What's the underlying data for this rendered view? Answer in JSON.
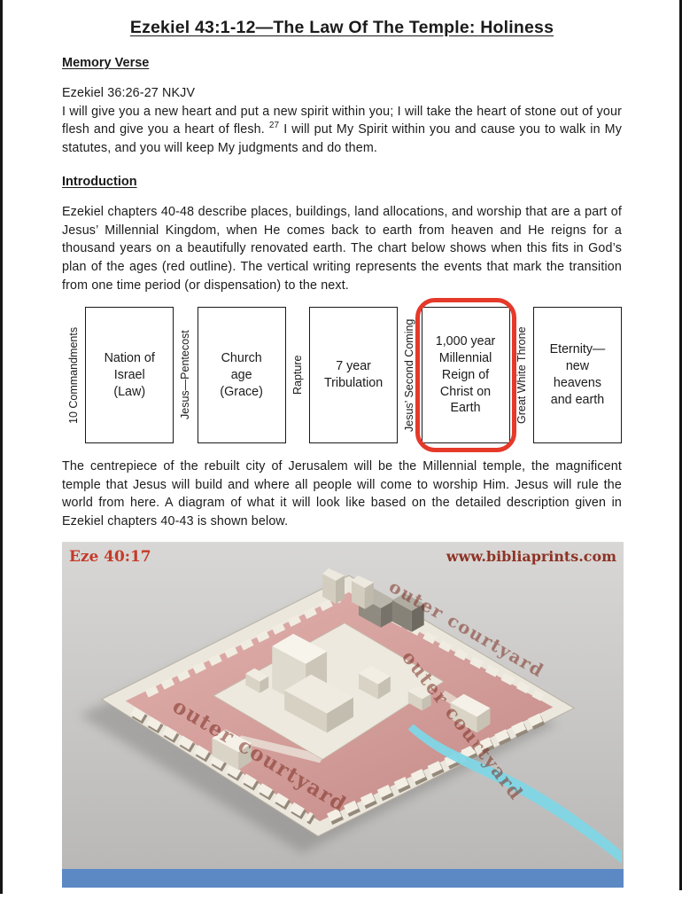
{
  "colors": {
    "highlight_outline_red": "#e5392a",
    "courtyard_pink": "#d49c9a",
    "river_cyan": "#7fd6e6",
    "bottom_strip_blue": "#5c88c4"
  },
  "doc": {
    "title": "Ezekiel 43:1-12—The Law Of The Temple: Holiness",
    "memory_verse": {
      "heading": "Memory Verse",
      "reference": "Ezekiel 36:26-27 NKJV",
      "text_before": "I will give you a new heart and put a new spirit within you; I will take the heart of stone out of your flesh and give you a heart of flesh. ",
      "verse_number": "27",
      "text_after": " I will put My Spirit within you and cause you to walk in My statutes, and you will keep My judgments and do them."
    },
    "introduction": {
      "heading": "Introduction",
      "paragraph": "Ezekiel chapters 40-48 describe places, buildings, land allocations, and worship that are a part of Jesus’ Millennial Kingdom, when He comes back to earth from heaven and He reigns for a thousand years on a beautifully renovated earth.  The chart below shows when this fits in God’s plan of the ages (red outline).  The vertical writing represents the events that mark the transition from one time period (or dispensation) to the next."
    },
    "temple_paragraph": "The centrepiece of the rebuilt city of Jerusalem will be the Millennial temple, the magnificent temple that Jesus will build and where all people will come to worship Him.  Jesus will rule the world from here.  A diagram of what it will look like based on the detailed description given in Ezekiel chapters 40-43 is shown below."
  },
  "timeline": {
    "dividers": [
      "10 Commandments",
      "Jesus—Pentecost",
      "Rapture",
      "Jesus’ Second Coming",
      "Great White Throne"
    ],
    "boxes": [
      "Nation of\nIsrael\n(Law)",
      "Church\nage\n(Grace)",
      "7 year\nTribulation",
      "1,000 year\nMillennial\nReign of\nChrist on\nEarth",
      "Eternity—\nnew\nheavens\nand earth"
    ],
    "highlighted_box_index": 3
  },
  "figure": {
    "verse_label": "Eze 40:17",
    "website": "www.bibliaprints.com",
    "courtyard_label": "outer courtyard"
  }
}
